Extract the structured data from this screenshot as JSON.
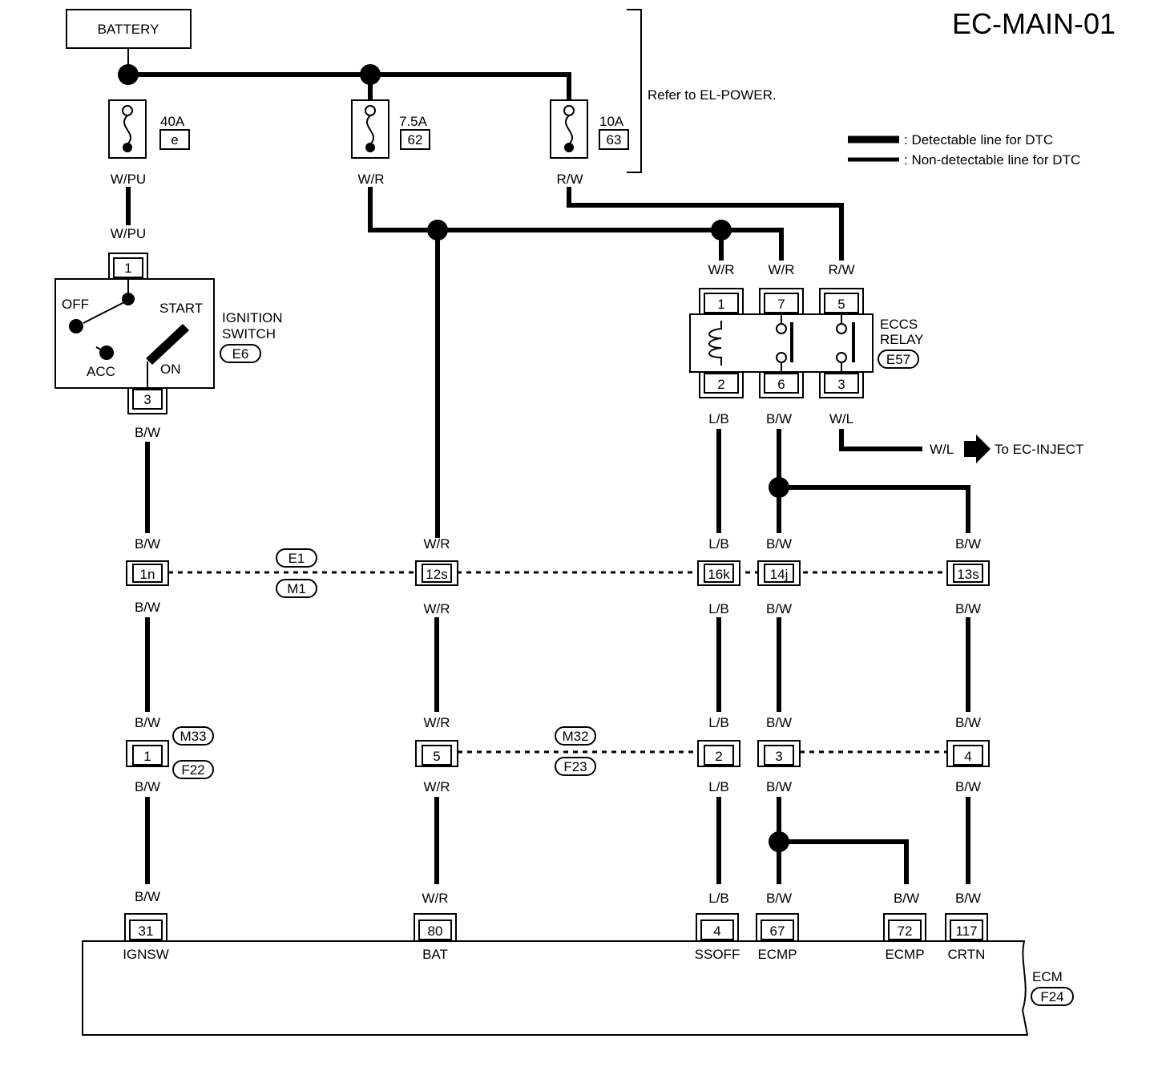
{
  "title": "EC-MAIN-01",
  "battery": "BATTERY",
  "refer": "Refer to EL-POWER.",
  "legend": {
    "detectable": ": Detectable line for DTC",
    "non_detectable": ": Non-detectable line for DTC"
  },
  "fuses": [
    {
      "amp": "40A",
      "id": "e"
    },
    {
      "amp": "7.5A",
      "id": "62"
    },
    {
      "amp": "10A",
      "id": "63"
    }
  ],
  "wires": {
    "w_pu": "W/PU",
    "w_r": "W/R",
    "r_w": "R/W",
    "b_w": "B/W",
    "l_b": "L/B",
    "w_l": "W/L"
  },
  "ignition": {
    "name_line1": "IGNITION",
    "name_line2": "SWITCH",
    "connector": "E6",
    "off": "OFF",
    "start": "START",
    "acc": "ACC",
    "on": "ON",
    "pin_top": "1",
    "pin_bottom": "3"
  },
  "relay": {
    "name_line1": "ECCS",
    "name_line2": "RELAY",
    "connector": "E57",
    "pins_top": [
      "1",
      "7",
      "5"
    ],
    "pins_bottom": [
      "2",
      "6",
      "3"
    ]
  },
  "inject": "To EC-INJECT",
  "joint1": {
    "top": "E1",
    "bottom": "M1",
    "pins": [
      "1n",
      "12s",
      "16k",
      "14j",
      "13s"
    ]
  },
  "joint2": {
    "top": "M32",
    "bottom": "F23",
    "left_top": "M33",
    "left_bottom": "F22",
    "pins": [
      "1",
      "5",
      "2",
      "3",
      "4"
    ]
  },
  "ecm": {
    "name": "ECM",
    "connector": "F24",
    "pins": [
      "31",
      "80",
      "4",
      "67",
      "72",
      "117"
    ],
    "terminals": [
      "IGNSW",
      "BAT",
      "SSOFF",
      "ECMP",
      "ECMP",
      "CRTN"
    ]
  }
}
